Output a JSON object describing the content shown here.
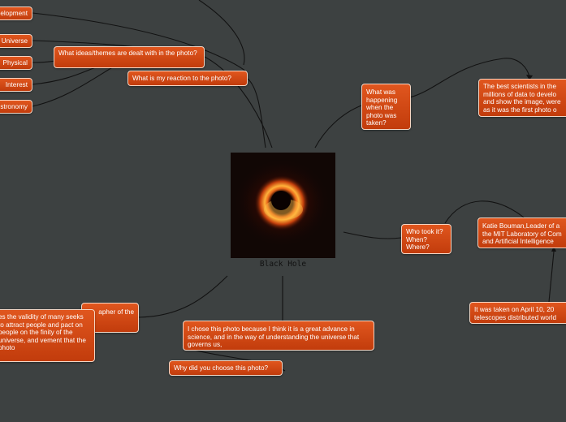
{
  "center": {
    "label": "Black Hole",
    "image": "black-hole-photo"
  },
  "left_leaves": [
    "elopment",
    "Universe",
    "Physical",
    "Interest",
    "stronomy"
  ],
  "nodes": {
    "ideas_themes": "What ideas/themes are dealt with in the photo?",
    "reaction": "What is my reaction to the photo?",
    "what_happening": "What was happening when the photo was taken?",
    "best_scientists": "The best scientists in the millions of data to develo and show the image, were as it was the first photo o",
    "who_took": "Who took it? When? Where?",
    "katie_bouman": "Katie Bouman,Leader of a the MIT Laboratory of Com and Artificial Intelligence",
    "taken_on": "It was taken on April 10, 20 telescopes distributed world",
    "photographer_back": "apher of the",
    "validity": "es the validity of many seeks to attract people and pact on people on the finity of the universe, and vement that the photo",
    "chose_photo": "I  chose this photo because I think it is a great advance in science, and in the way of understanding the universe that governs us,",
    "why_chose": "Why did you choose this photo?"
  }
}
